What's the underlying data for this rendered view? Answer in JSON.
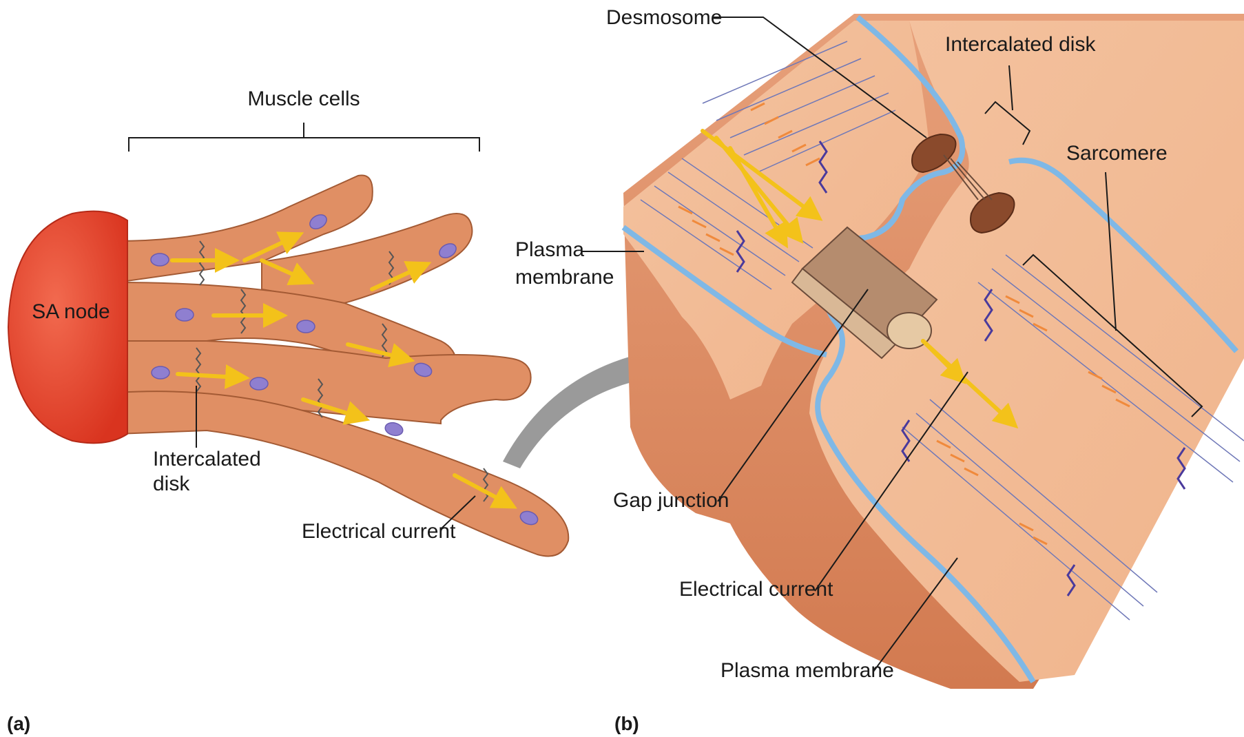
{
  "panel_a": {
    "tag": "(a)",
    "labels": {
      "muscle_cells": "Muscle cells",
      "sa_node": "SA node",
      "intercalated_disk_line1": "Intercalated",
      "intercalated_disk_line2": "disk",
      "electrical_current": "Electrical current"
    }
  },
  "panel_b": {
    "tag": "(b)",
    "labels": {
      "desmosome": "Desmosome",
      "intercalated_disk": "Intercalated disk",
      "sarcomere": "Sarcomere",
      "plasma_membrane_line1": "Plasma",
      "plasma_membrane_line2": "membrane",
      "gap_junction": "Gap junction",
      "electrical_current": "Electrical current",
      "plasma_membrane_bottom": "Plasma membrane"
    }
  },
  "colors": {
    "sa_node": "#e4412d",
    "muscle": "#e08f64",
    "membrane": "#7fb8e6",
    "current_arrow": "#f3c21a",
    "nucleus": "#8f7fd0"
  }
}
